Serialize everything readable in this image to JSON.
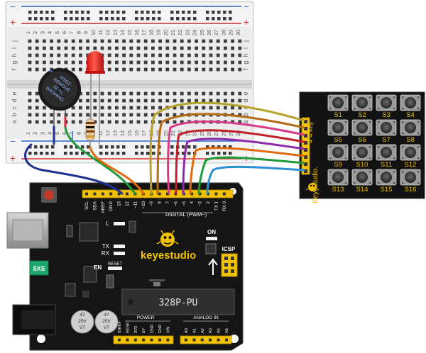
{
  "breadboard": {
    "column_numbers": [
      "1",
      "2",
      "3",
      "4",
      "5",
      "6",
      "7",
      "8",
      "9",
      "10",
      "11",
      "12",
      "13",
      "14",
      "15",
      "16",
      "17",
      "18",
      "19",
      "20",
      "21",
      "22",
      "23",
      "24",
      "25",
      "26",
      "27",
      "28",
      "29",
      "30"
    ],
    "row_letters_top": [
      "j",
      "i",
      "h",
      "g",
      "f"
    ],
    "row_letters_bottom": [
      "e",
      "d",
      "c",
      "b",
      "a"
    ],
    "rail_plus": "+",
    "rail_minus": "−"
  },
  "buzzer": {
    "label_lines": [
      "HSDZ",
      "REMOVE",
      "SEAL",
      "WASHING"
    ],
    "plus_mark": "+"
  },
  "keypad": {
    "title": "4*4 key",
    "brand": "Keyestudio.",
    "keys": [
      "S1",
      "S2",
      "S3",
      "S4",
      "S5",
      "S6",
      "S7",
      "S8",
      "S9",
      "S10",
      "S11",
      "S12",
      "S13",
      "S14",
      "S15",
      "S16"
    ]
  },
  "arduino": {
    "brand": "keyestudio",
    "chip": "328P-PU",
    "digital_label": "DIGITAL (PWM~)",
    "top_pins": [
      "SCL",
      "SDA",
      "AREF",
      "GND",
      "13",
      "12",
      "~11",
      "~10",
      "~9",
      "8",
      "7",
      "~6",
      "~5",
      "4",
      "~3",
      "2",
      "TX 1",
      "RX 0"
    ],
    "power_label": "POWER",
    "analog_label": "ANALOG IN",
    "power_pins": [
      "IOREF",
      "RESET",
      "3V3",
      "5V",
      "GND",
      "GND",
      "VIN"
    ],
    "analog_pins": [
      "A0",
      "A1",
      "A2",
      "A3",
      "A4",
      "A5"
    ],
    "led_labels": [
      "L",
      "TX",
      "RX"
    ],
    "on_label": "ON",
    "icsp_label": "ICSP",
    "reset_label": "RESET",
    "en_label": "EN",
    "fuse_label": "5XS",
    "cap_label_lines": [
      "47",
      "25V",
      "VT"
    ]
  }
}
